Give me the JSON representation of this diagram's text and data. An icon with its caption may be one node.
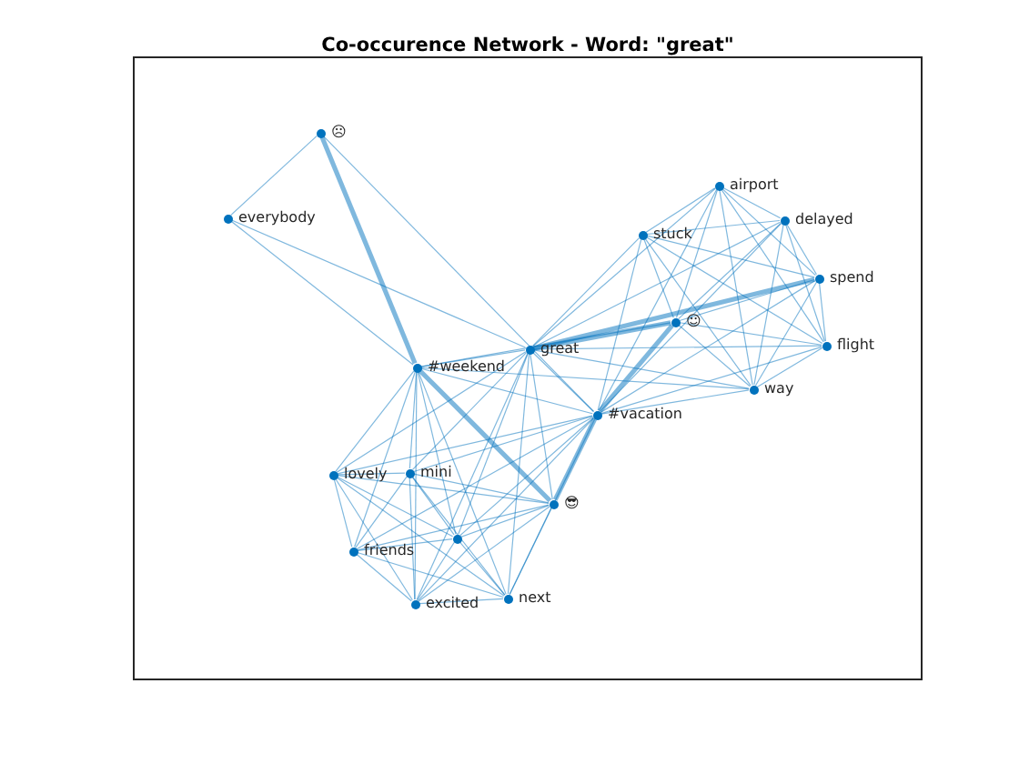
{
  "diagram": {
    "title": "Co-occurence Network - Word: \"great\"",
    "nodes": [
      {
        "text": [],
        "shape": "circle",
        "beside": [
          "☹"
        ]
      },
      {
        "text": [],
        "shape": "circle",
        "beside": [
          "airport"
        ]
      },
      {
        "text": [],
        "shape": "circle",
        "beside": [
          "everybody"
        ]
      },
      {
        "text": [],
        "shape": "circle",
        "beside": [
          "delayed"
        ]
      },
      {
        "text": [],
        "shape": "circle",
        "beside": [
          "stuck"
        ]
      },
      {
        "text": [],
        "shape": "circle",
        "beside": [
          "spend"
        ]
      },
      {
        "text": [],
        "shape": "circle",
        "beside": [
          "☺"
        ]
      },
      {
        "text": [],
        "shape": "circle",
        "beside": [
          "flight"
        ]
      },
      {
        "text": [],
        "shape": "circle",
        "beside": [
          "great"
        ]
      },
      {
        "text": [],
        "shape": "circle",
        "beside": [
          "#weekend"
        ]
      },
      {
        "text": [],
        "shape": "circle",
        "beside": [
          "way"
        ]
      },
      {
        "text": [],
        "shape": "circle",
        "beside": [
          "#vacation"
        ]
      },
      {
        "text": [],
        "shape": "circle",
        "beside": [
          "mini"
        ]
      },
      {
        "text": [],
        "shape": "circle",
        "beside": [
          "lovely"
        ]
      },
      {
        "text": [],
        "shape": "circle",
        "beside": [
          "😎"
        ]
      },
      {
        "text": [],
        "shape": "circle"
      },
      {
        "text": [],
        "shape": "circle",
        "beside": [
          "friends"
        ]
      },
      {
        "text": [],
        "shape": "circle",
        "beside": [
          "next"
        ]
      },
      {
        "text": [],
        "shape": "circle",
        "beside": [
          "excited"
        ]
      }
    ],
    "edges": [
      {
        "from": 1,
        "to": 3,
        "arrow": "none"
      },
      {
        "from": 1,
        "to": 4,
        "arrow": "none"
      },
      {
        "from": 1,
        "to": 5,
        "arrow": "none"
      },
      {
        "from": 1,
        "to": 6,
        "arrow": "none"
      },
      {
        "from": 1,
        "to": 7,
        "arrow": "none"
      },
      {
        "from": 1,
        "to": 10,
        "arrow": "none"
      },
      {
        "from": 3,
        "to": 4,
        "arrow": "none"
      },
      {
        "from": 3,
        "to": 5,
        "arrow": "none"
      },
      {
        "from": 3,
        "to": 6,
        "arrow": "none"
      },
      {
        "from": 3,
        "to": 7,
        "arrow": "none"
      },
      {
        "from": 3,
        "to": 10,
        "arrow": "none"
      },
      {
        "from": 4,
        "to": 5,
        "arrow": "none"
      },
      {
        "from": 4,
        "to": 6,
        "arrow": "none"
      },
      {
        "from": 4,
        "to": 7,
        "arrow": "none"
      },
      {
        "from": 4,
        "to": 10,
        "arrow": "none"
      },
      {
        "from": 5,
        "to": 6,
        "arrow": "none"
      },
      {
        "from": 5,
        "to": 7,
        "arrow": "none"
      },
      {
        "from": 5,
        "to": 10,
        "arrow": "none"
      },
      {
        "from": 6,
        "to": 7,
        "arrow": "none"
      },
      {
        "from": 6,
        "to": 10,
        "arrow": "none"
      },
      {
        "from": 7,
        "to": 10,
        "arrow": "none"
      },
      {
        "from": 8,
        "to": 1,
        "arrow": "none"
      },
      {
        "from": 8,
        "to": 3,
        "arrow": "none"
      },
      {
        "from": 8,
        "to": 4,
        "arrow": "none"
      },
      {
        "from": 8,
        "to": 5,
        "arrow": "none",
        "style": "thick"
      },
      {
        "from": 8,
        "to": 6,
        "arrow": "none",
        "style": "thick"
      },
      {
        "from": 8,
        "to": 7,
        "arrow": "none"
      },
      {
        "from": 8,
        "to": 10,
        "arrow": "none"
      },
      {
        "from": 11,
        "to": 1,
        "arrow": "none"
      },
      {
        "from": 11,
        "to": 3,
        "arrow": "none"
      },
      {
        "from": 11,
        "to": 4,
        "arrow": "none"
      },
      {
        "from": 11,
        "to": 5,
        "arrow": "none"
      },
      {
        "from": 11,
        "to": 6,
        "arrow": "none",
        "style": "thick"
      },
      {
        "from": 11,
        "to": 7,
        "arrow": "none"
      },
      {
        "from": 11,
        "to": 10,
        "arrow": "none"
      },
      {
        "from": 8,
        "to": 11,
        "arrow": "none"
      },
      {
        "from": 0,
        "to": 2,
        "arrow": "none"
      },
      {
        "from": 0,
        "to": 9,
        "arrow": "none",
        "style": "thick"
      },
      {
        "from": 0,
        "to": 11,
        "arrow": "none"
      },
      {
        "from": 2,
        "to": 9,
        "arrow": "none"
      },
      {
        "from": 2,
        "to": 8,
        "arrow": "none"
      },
      {
        "from": 9,
        "to": 8,
        "arrow": "none"
      },
      {
        "from": 9,
        "to": 11,
        "arrow": "none"
      },
      {
        "from": 9,
        "to": 10,
        "arrow": "none"
      },
      {
        "from": 9,
        "to": 6,
        "arrow": "none"
      },
      {
        "from": 9,
        "to": 14,
        "arrow": "none",
        "style": "thick"
      },
      {
        "from": 9,
        "to": 12,
        "arrow": "none"
      },
      {
        "from": 9,
        "to": 13,
        "arrow": "none"
      },
      {
        "from": 9,
        "to": 15,
        "arrow": "none"
      },
      {
        "from": 9,
        "to": 16,
        "arrow": "none"
      },
      {
        "from": 9,
        "to": 17,
        "arrow": "none"
      },
      {
        "from": 9,
        "to": 18,
        "arrow": "none"
      },
      {
        "from": 12,
        "to": 13,
        "arrow": "none"
      },
      {
        "from": 12,
        "to": 14,
        "arrow": "none"
      },
      {
        "from": 12,
        "to": 15,
        "arrow": "none"
      },
      {
        "from": 12,
        "to": 16,
        "arrow": "none"
      },
      {
        "from": 12,
        "to": 17,
        "arrow": "none"
      },
      {
        "from": 12,
        "to": 18,
        "arrow": "none"
      },
      {
        "from": 13,
        "to": 14,
        "arrow": "none"
      },
      {
        "from": 13,
        "to": 15,
        "arrow": "none"
      },
      {
        "from": 13,
        "to": 16,
        "arrow": "none"
      },
      {
        "from": 13,
        "to": 17,
        "arrow": "none"
      },
      {
        "from": 13,
        "to": 18,
        "arrow": "none"
      },
      {
        "from": 14,
        "to": 15,
        "arrow": "none"
      },
      {
        "from": 14,
        "to": 16,
        "arrow": "none"
      },
      {
        "from": 14,
        "to": 17,
        "arrow": "none"
      },
      {
        "from": 14,
        "to": 18,
        "arrow": "none"
      },
      {
        "from": 15,
        "to": 16,
        "arrow": "none"
      },
      {
        "from": 15,
        "to": 17,
        "arrow": "none"
      },
      {
        "from": 15,
        "to": 18,
        "arrow": "none"
      },
      {
        "from": 16,
        "to": 17,
        "arrow": "none"
      },
      {
        "from": 16,
        "to": 18,
        "arrow": "none"
      },
      {
        "from": 17,
        "to": 18,
        "arrow": "none"
      },
      {
        "from": 8,
        "to": 12,
        "arrow": "none"
      },
      {
        "from": 8,
        "to": 13,
        "arrow": "none"
      },
      {
        "from": 8,
        "to": 14,
        "arrow": "none"
      },
      {
        "from": 8,
        "to": 15,
        "arrow": "none"
      },
      {
        "from": 8,
        "to": 17,
        "arrow": "none"
      },
      {
        "from": 8,
        "to": 18,
        "arrow": "none"
      },
      {
        "from": 11,
        "to": 12,
        "arrow": "none"
      },
      {
        "from": 11,
        "to": 13,
        "arrow": "none"
      },
      {
        "from": 11,
        "to": 14,
        "arrow": "none",
        "style": "thick"
      },
      {
        "from": 11,
        "to": 15,
        "arrow": "none"
      },
      {
        "from": 11,
        "to": 16,
        "arrow": "none"
      },
      {
        "from": 11,
        "to": 17,
        "arrow": "none"
      },
      {
        "from": 11,
        "to": 18,
        "arrow": "none"
      }
    ]
  }
}
